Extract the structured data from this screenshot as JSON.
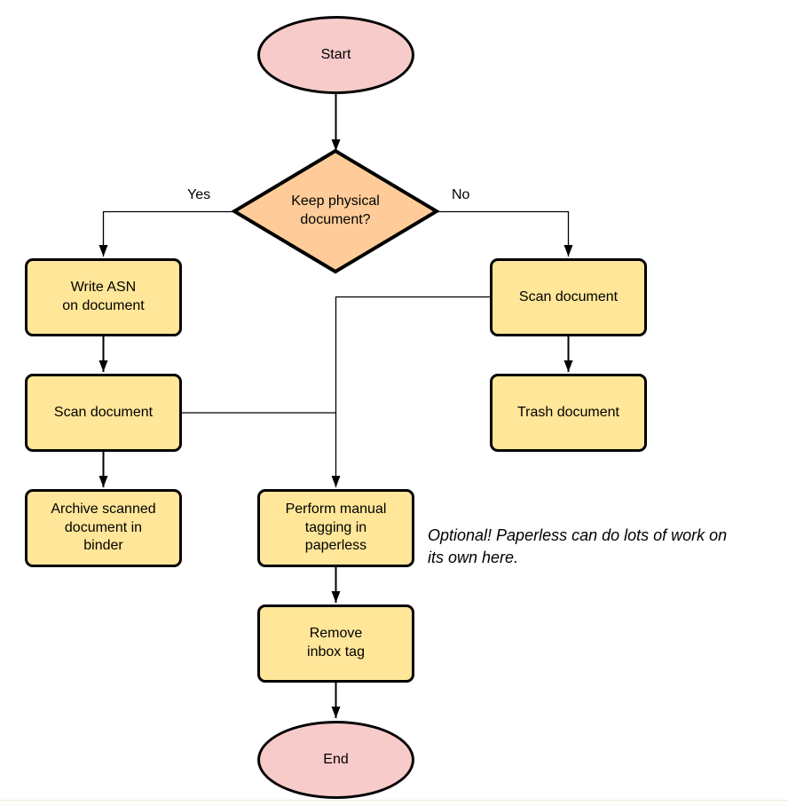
{
  "diagram": {
    "colors": {
      "terminal_fill": "#f8cbcb",
      "decision_fill": "#ffcc99",
      "process_fill": "#ffe699",
      "stroke": "#000000"
    },
    "nodes": [
      {
        "id": "start",
        "type": "terminal",
        "label": "Start"
      },
      {
        "id": "decision",
        "type": "decision",
        "label": "Keep physical\ndocument?"
      },
      {
        "id": "write-asn",
        "type": "process",
        "label": "Write ASN\non document"
      },
      {
        "id": "scan-left",
        "type": "process",
        "label": "Scan document"
      },
      {
        "id": "archive",
        "type": "process",
        "label": "Archive scanned\ndocument in\nbinder"
      },
      {
        "id": "scan-right",
        "type": "process",
        "label": "Scan document"
      },
      {
        "id": "trash",
        "type": "process",
        "label": "Trash document"
      },
      {
        "id": "perform",
        "type": "process",
        "label": "Perform manual\ntagging in\npaperless"
      },
      {
        "id": "remove",
        "type": "process",
        "label": "Remove\ninbox tag"
      },
      {
        "id": "end",
        "type": "terminal",
        "label": "End"
      }
    ],
    "edge_labels": {
      "yes": "Yes",
      "no": "No"
    },
    "annotation": "Optional! Paperless can do lots of work on\nits own here."
  }
}
